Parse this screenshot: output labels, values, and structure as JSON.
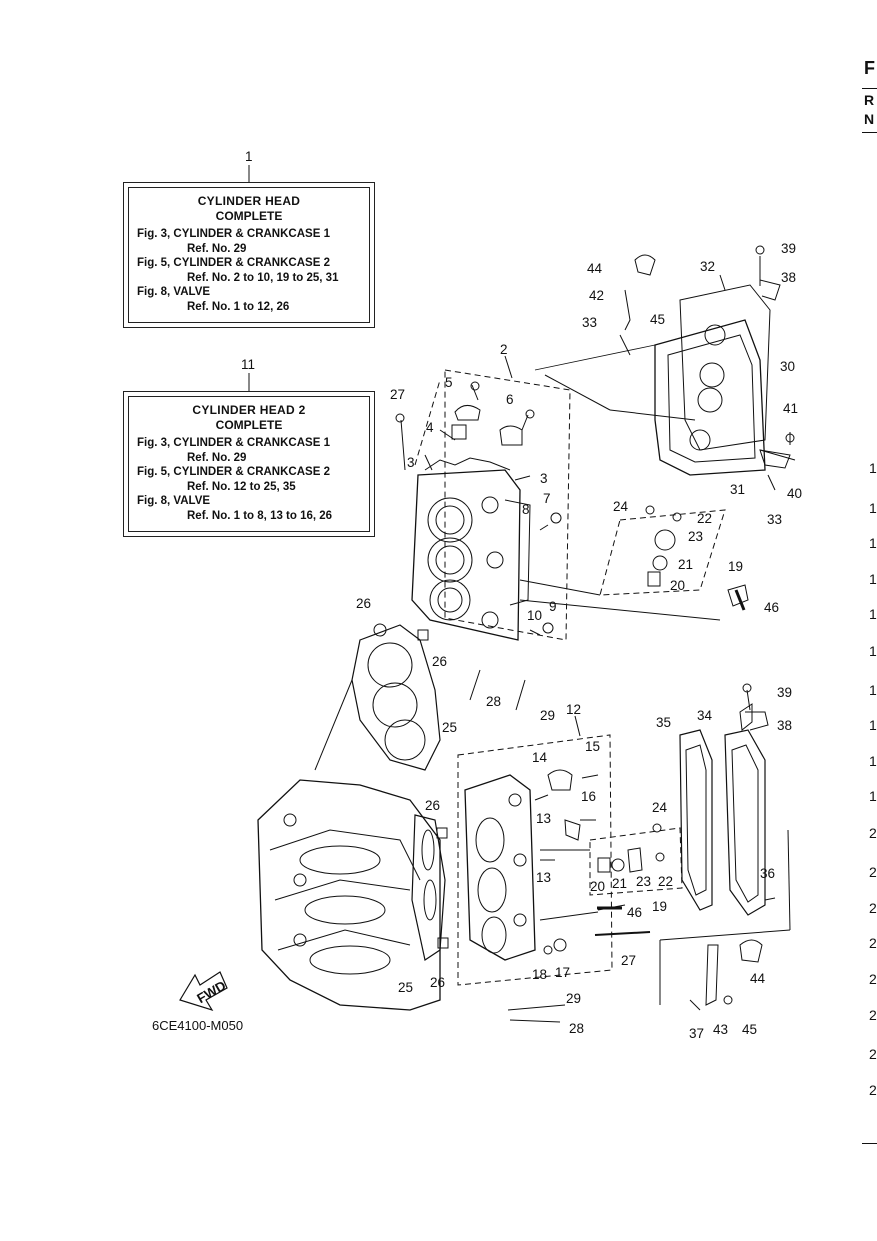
{
  "box1": {
    "ref": "1",
    "title": "CYLINDER  HEAD",
    "subtitle": "COMPLETE",
    "lines": [
      "Fig. 3, CYLINDER & CRANKCASE 1",
      "Ref. No. 29",
      "Fig. 5, CYLINDER & CRANKCASE 2",
      "Ref. No. 2 to 10, 19 to 25, 31",
      "Fig. 8, VALVE",
      "Ref. No. 1 to 12, 26"
    ]
  },
  "box2": {
    "ref": "11",
    "title": "CYLINDER  HEAD 2",
    "subtitle": "COMPLETE",
    "lines": [
      "Fig. 3, CYLINDER & CRANKCASE 1",
      "Ref. No. 29",
      "Fig. 5, CYLINDER & CRANKCASE 2",
      "Ref. No. 12 to 25, 35",
      "Fig. 8, VALVE",
      "Ref. No. 1 to 8, 13 to 16, 26"
    ]
  },
  "diagram_code": "6CE4100-M050",
  "fwd_label": "FWD",
  "edge_letters": [
    "F",
    "R",
    "N"
  ],
  "edge_numbers": [
    "1",
    "1",
    "1",
    "1",
    "1",
    "1",
    "1",
    "1",
    "1",
    "1",
    "2",
    "2",
    "2",
    "2",
    "2",
    "2",
    "2",
    "2"
  ],
  "part_numbers": {
    "p2": "2",
    "p3a": "3",
    "p3b": "3",
    "p4": "4",
    "p5": "5",
    "p6": "6",
    "p7": "7",
    "p8": "8",
    "p9": "9",
    "p10": "10",
    "p12": "12",
    "p13a": "13",
    "p13b": "13",
    "p14": "14",
    "p15": "15",
    "p16": "16",
    "p17": "17",
    "p18": "18",
    "p19a": "19",
    "p19b": "19",
    "p20a": "20",
    "p20b": "20",
    "p21a": "21",
    "p21b": "21",
    "p22a": "22",
    "p22b": "22",
    "p23a": "23",
    "p23b": "23",
    "p24a": "24",
    "p24b": "24",
    "p25a": "25",
    "p25b": "25",
    "p26a": "26",
    "p26b": "26",
    "p26c": "26",
    "p26d": "26",
    "p27a": "27",
    "p27b": "27",
    "p28a": "28",
    "p28b": "28",
    "p29a": "29",
    "p29b": "29",
    "p30": "30",
    "p31": "31",
    "p32": "32",
    "p33a": "33",
    "p33b": "33",
    "p34": "34",
    "p35": "35",
    "p36": "36",
    "p37": "37",
    "p38a": "38",
    "p38b": "38",
    "p39a": "39",
    "p39b": "39",
    "p40": "40",
    "p41": "41",
    "p42": "42",
    "p43": "43",
    "p44a": "44",
    "p44b": "44",
    "p45a": "45",
    "p45b": "45",
    "p46a": "46",
    "p46b": "46"
  }
}
